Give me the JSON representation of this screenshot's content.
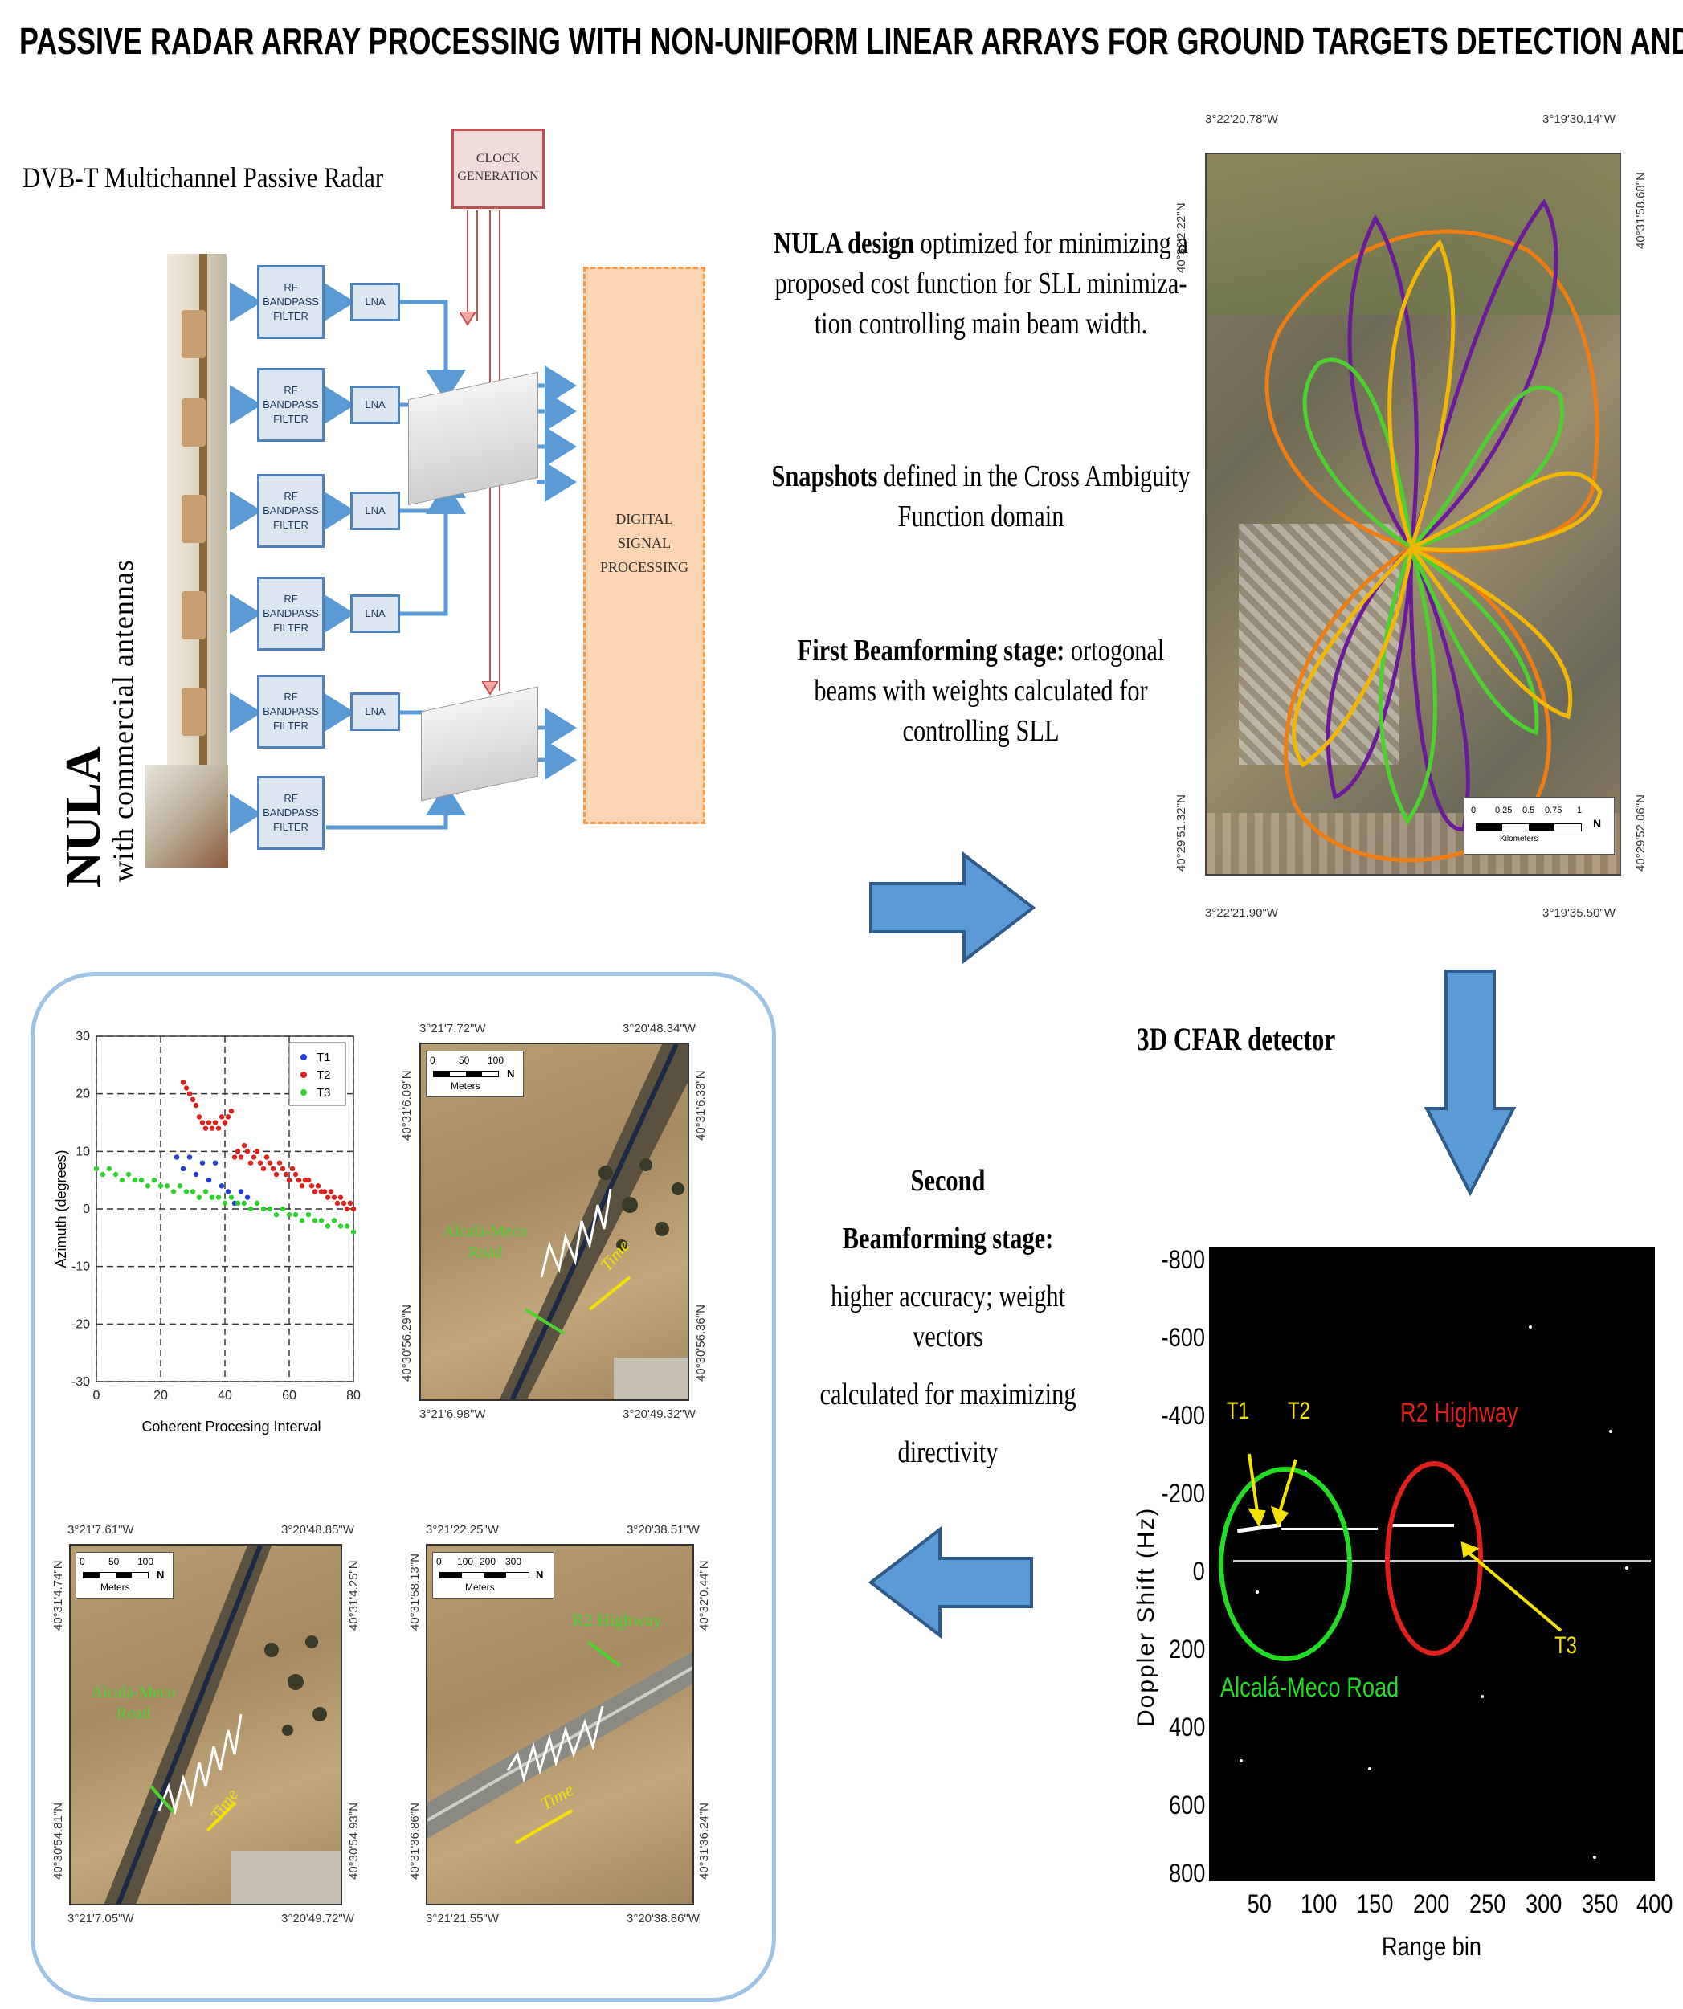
{
  "title": "PASSIVE RADAR ARRAY PROCESSING WITH NON-UNIFORM LINEAR ARRAYS FOR GROUND TARGETS DETECTION AND LOCALIZATION",
  "radar": {
    "heading": "DVB-T Multichannel Passive Radar",
    "clock": "CLOCK GENERATION",
    "rf_label": [
      "RF",
      "BANDPASS",
      "FILTER"
    ],
    "lna": "LNA",
    "dsp": [
      "DIGITAL",
      "SIGNAL",
      "PROCESSING"
    ],
    "nula": "NULA",
    "nula_sub": "with commercial antennas"
  },
  "text": {
    "design_bold": "NULA design",
    "design_rest1": " optimized for minimizing a",
    "design_line2": "proposed cost function for SLL minimiza-",
    "design_line3": "tion controlling main beam width.",
    "snap_bold": "Snapshots",
    "snap_rest": " defined in the Cross Ambiguity",
    "snap_line2": "Function domain",
    "first_bold": "First Beamforming stage:",
    "first_rest": " ortogonal",
    "first_line2": "beams with weights calculated for",
    "first_line3": "controlling SLL",
    "cfar": "3D CFAR detector",
    "second1": "Second",
    "second2": "Beamforming stage:",
    "second3": "higher accuracy; weight vectors",
    "second4": "calculated for maximizing",
    "second5": "directivity"
  },
  "topmap": {
    "top_left": "3°22'20.78\"W",
    "top_right": "3°19'30.14\"W",
    "bottom_left": "3°22'21.90\"W",
    "bottom_right": "3°19'35.50\"W",
    "left_top": "40°32'2.22\"N",
    "left_bottom": "40°29'51.32\"N",
    "right_top": "40°31'58.68\"N",
    "right_bottom": "40°29'52.06\"N",
    "scale": [
      "0",
      "0.25",
      "0.5",
      "0.75",
      "1"
    ],
    "scale_unit": "Kilometers",
    "north": "N"
  },
  "colors": {
    "arrow": "#5b9bd5",
    "arrow_border": "#2e5b8a",
    "green": "#4cd12f",
    "orange": "#f07d12",
    "purple": "#6a1b9a",
    "yellow": "#f2b705"
  },
  "chart_data": {
    "type": "scatter",
    "xlabel": "Coherent Procesing Interval",
    "ylabel": "Azimuth (degrees)",
    "xlim": [
      0,
      80
    ],
    "ylim": [
      -30,
      30
    ],
    "xticks": [
      0,
      20,
      40,
      60,
      80
    ],
    "yticks": [
      30,
      20,
      10,
      0,
      -10,
      -20,
      -30
    ],
    "series": [
      {
        "name": "T1",
        "color": "#1f3fd6",
        "x": [
          25,
          27,
          29,
          31,
          33,
          35,
          37,
          39,
          41,
          43,
          45,
          47
        ],
        "y": [
          9,
          7,
          9,
          6,
          8,
          5,
          8,
          4,
          3,
          1,
          3,
          2
        ]
      },
      {
        "name": "T2",
        "color": "#e0201a",
        "x": [
          27,
          28,
          29,
          30,
          31,
          32,
          33,
          34,
          35,
          36,
          37,
          38,
          39,
          40,
          41,
          42,
          43,
          44,
          45,
          46,
          47,
          48,
          49,
          50,
          51,
          52,
          53,
          54,
          55,
          56,
          57,
          58,
          59,
          60,
          61,
          62,
          63,
          64,
          65,
          66,
          67,
          68,
          69,
          70,
          71,
          72,
          73,
          74,
          75,
          76,
          77,
          78,
          79,
          80
        ],
        "y": [
          22,
          21,
          20,
          19,
          18,
          16,
          15,
          14,
          15,
          14,
          15,
          14,
          16,
          15,
          16,
          17,
          9,
          10,
          9,
          11,
          10,
          8,
          9,
          10,
          8,
          7,
          9,
          8,
          7,
          6,
          8,
          7,
          6,
          5,
          7,
          6,
          5,
          4,
          5,
          5,
          4,
          3,
          4,
          3,
          3,
          2,
          3,
          2,
          1,
          2,
          1,
          0,
          1,
          0
        ]
      },
      {
        "name": "T3",
        "color": "#2fd12f",
        "x": [
          0,
          2,
          4,
          6,
          8,
          10,
          12,
          14,
          16,
          18,
          20,
          22,
          24,
          26,
          28,
          30,
          32,
          34,
          36,
          38,
          40,
          42,
          44,
          46,
          48,
          50,
          52,
          54,
          56,
          58,
          60,
          62,
          64,
          66,
          68,
          70,
          72,
          74,
          76,
          78,
          80
        ],
        "y": [
          7,
          6,
          7,
          6,
          5,
          6,
          5,
          5,
          4,
          5,
          4,
          4,
          3,
          4,
          3,
          3,
          2,
          3,
          2,
          2,
          1,
          2,
          1,
          1,
          0,
          1,
          0,
          0,
          -1,
          0,
          -1,
          -1,
          -2,
          -1,
          -2,
          -2,
          -3,
          -2,
          -3,
          -3,
          -4
        ]
      }
    ]
  },
  "mid_map": {
    "tl": "3°21'7.72\"W",
    "tr": "3°20'48.34\"W",
    "bl": "3°21'6.98\"W",
    "br": "3°20'49.32\"W",
    "lt": "40°31'6.09\"N",
    "lb": "40°30'56.29\"N",
    "rt": "40°31'6.33\"N",
    "rb": "40°30'56.36\"N",
    "scale": [
      "0",
      "50",
      "100"
    ],
    "unit": "Meters",
    "road": "Alcalá-Meco Road",
    "time": "Time",
    "north": "N"
  },
  "bl_map": {
    "tl": "3°21'7.61\"W",
    "tr": "3°20'48.85\"W",
    "bl": "3°21'7.05\"W",
    "br": "3°20'49.72\"W",
    "lt": "40°31'4.74\"N",
    "lb": "40°30'54.81\"N",
    "rt": "40°31'4.25\"N",
    "rb": "40°30'54.93\"N",
    "scale": [
      "0",
      "50",
      "100"
    ],
    "unit": "Meters",
    "road": "Alcalá-Meco Road",
    "time": "Time",
    "north": "N"
  },
  "br_map": {
    "tl": "3°21'22.25\"W",
    "tr": "3°20'38.51\"W",
    "bl": "3°21'21.55\"W",
    "br": "3°20'38.86\"W",
    "lt": "40°31'58.13\"N",
    "lb": "40°31'36.86\"N",
    "rt": "40°32'0.44\"N",
    "rb": "40°31'36.24\"N",
    "scale": [
      "0",
      "100",
      "200",
      "300"
    ],
    "unit": "Meters",
    "highway": "R2 Highway",
    "time": "Time",
    "north": "N"
  },
  "rd_map": {
    "ylabel": "Doppler Shift (Hz)",
    "xlabel": "Range bin",
    "yticks": [
      "-800",
      "-600",
      "-400",
      "-200",
      "0",
      "200",
      "400",
      "600",
      "800"
    ],
    "xticks": [
      "50",
      "100",
      "150",
      "200",
      "250",
      "300",
      "350",
      "400"
    ],
    "t1": "T1",
    "t2": "T2",
    "t3": "T3",
    "highway": "R2 Highway",
    "road": "Alcalá-Meco Road"
  }
}
